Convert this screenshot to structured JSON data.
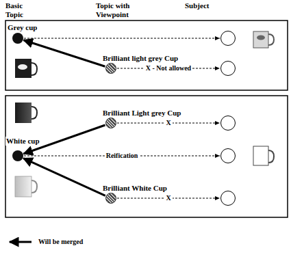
{
  "diagram": {
    "nodes": [
      {
        "text": [
          "Grey cup"
        ]
      },
      {
        "text": []
      },
      {
        "text": [
          "Brilliant light grey Cup"
        ]
      },
      {
        "text": []
      },
      {
        "text": [
          "Brilliant Light grey Cup"
        ]
      },
      {
        "text": []
      },
      {
        "text": [
          "White cup"
        ]
      },
      {
        "text": []
      },
      {
        "text": [
          "Brilliant White Cup"
        ]
      },
      {
        "text": []
      }
    ],
    "edges": [
      {
        "from": 0,
        "to": 1,
        "arrow": "to"
      },
      {
        "from": 2,
        "to": 0,
        "arrow": "to"
      },
      {
        "from": 2,
        "to": 3,
        "arrow": "to",
        "label": "X - Not allowed"
      },
      {
        "from": 4,
        "to": 5,
        "arrow": "to",
        "label": "X"
      },
      {
        "from": 4,
        "to": 6,
        "arrow": "to"
      },
      {
        "from": 6,
        "to": 7,
        "arrow": "to",
        "label": "Reification"
      },
      {
        "from": 8,
        "to": 6,
        "arrow": "to"
      },
      {
        "from": 8,
        "to": 9,
        "arrow": "to",
        "label": "X"
      }
    ],
    "labels": [
      "Basic Topic",
      "Topic with Viewpoint",
      "Subject"
    ],
    "legend": [
      {
        "text": "Will be merged"
      }
    ]
  }
}
